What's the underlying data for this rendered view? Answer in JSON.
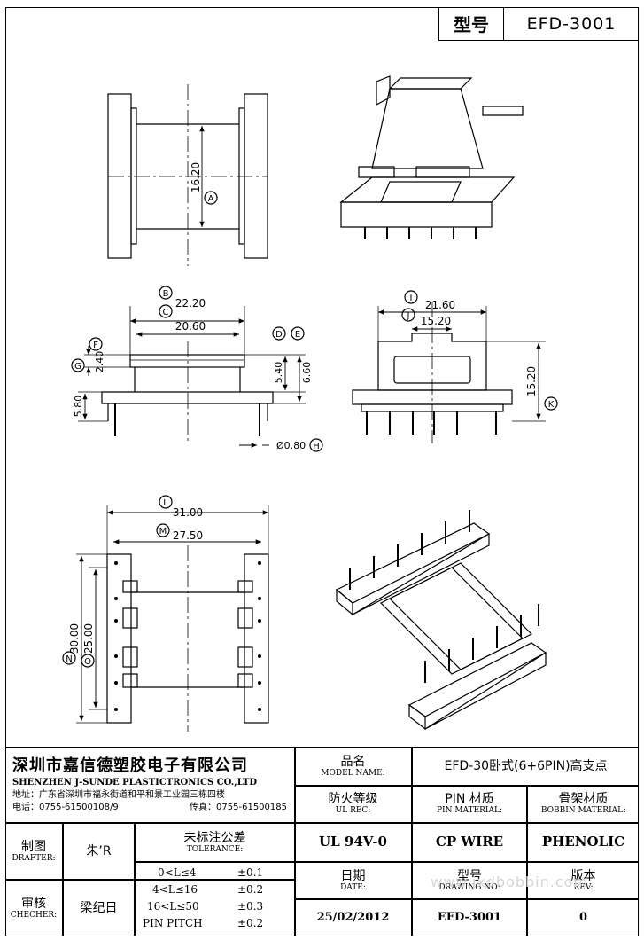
{
  "model_tag": {
    "label": "型号",
    "value": "EFD-3001"
  },
  "dims": {
    "top_height": "16.20",
    "A": "A",
    "B": "B",
    "B_val": "22.20",
    "C": "C",
    "C_val": "20.60",
    "F": "F",
    "F_val": "2.40",
    "G": "G",
    "G_val": "5.80",
    "D": "D",
    "D_val": "5.40",
    "E": "E",
    "E_val": "6.60",
    "H": "H",
    "H_val": "Ø0.80",
    "I": "I",
    "I_val": "21.60",
    "J": "J",
    "J_val": "15.20",
    "K": "K",
    "K_val": "15.20",
    "L": "L",
    "L_val": "31.00",
    "M": "M",
    "M_val": "27.50",
    "N": "N",
    "N_val": "30.00",
    "O": "O",
    "O_val": "25.00"
  },
  "company": {
    "name_cn": "深圳市嘉信德塑胶电子有限公司",
    "name_en": "SHENZHEN J-SUNDE PLASTICTRONICS CO.,LTD",
    "address": "地址：广东省深圳市福永街道和平和景工业园三栋四楼",
    "tel": "电话：0755-61500108/9",
    "fax": "传真：0755-61500185"
  },
  "table": {
    "model_name_cn": "品名",
    "model_name_en": "MODEL NAME:",
    "model_name_val": "EFD-30卧式(6+6PIN)高支点",
    "ul_cn": "防火等级",
    "ul_en": "UL REC:",
    "ul_val": "UL 94V-0",
    "pin_cn": "PIN 材质",
    "pin_en": "PIN MATERIAL:",
    "pin_val": "CP WIRE",
    "bobbin_cn": "骨架材质",
    "bobbin_en": "BOBBIN MATERIAL:",
    "bobbin_val": "PHENOLIC",
    "drafter_cn": "制图",
    "drafter_en": "DRAFTER:",
    "drafter_val": "朱’R",
    "checker_cn": "审核",
    "checker_en": "CHECHER:",
    "checker_val": "梁纪日",
    "tol_cn": "未标注公差",
    "tol_en": "TOLERANCE:",
    "tol_rows": [
      {
        "range": "0<L≤4",
        "val": "±0.1"
      },
      {
        "range": "4<L≤16",
        "val": "±0.2"
      },
      {
        "range": "16<L≤50",
        "val": "±0.3"
      },
      {
        "range": "PIN PITCH",
        "val": "±0.2"
      }
    ],
    "date_cn": "日期",
    "date_en": "DATE:",
    "date_val": "25/02/2012",
    "dwg_cn": "型号",
    "dwg_en": "DRAWING NO:",
    "dwg_val": "EFD-3001",
    "rev_cn": "版本",
    "rev_en": "REV:",
    "rev_val": "0"
  },
  "watermark": "www.jxdbobbin.com"
}
